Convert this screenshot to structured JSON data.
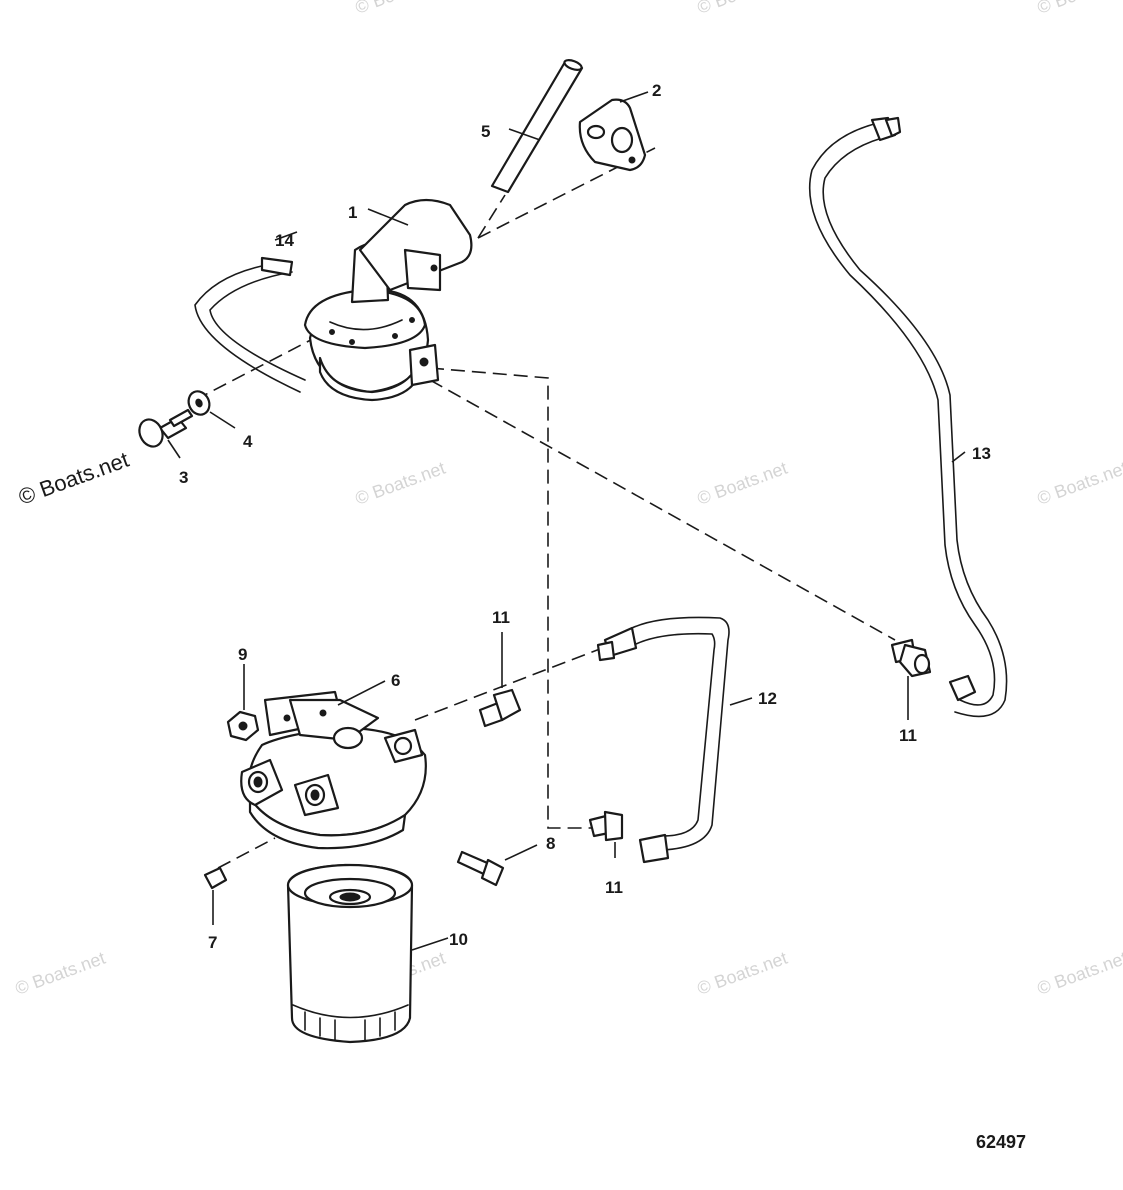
{
  "callouts": {
    "c1": "1",
    "c2": "2",
    "c3": "3",
    "c4": "4",
    "c5": "5",
    "c6": "6",
    "c7": "7",
    "c8": "8",
    "c9": "9",
    "c10": "10",
    "c11a": "11",
    "c11b": "11",
    "c11c": "11",
    "c12": "12",
    "c13": "13",
    "c14": "14"
  },
  "watermark": {
    "text": "© Boats.net",
    "primary": "© Boats.net"
  },
  "figure_number": "62497"
}
